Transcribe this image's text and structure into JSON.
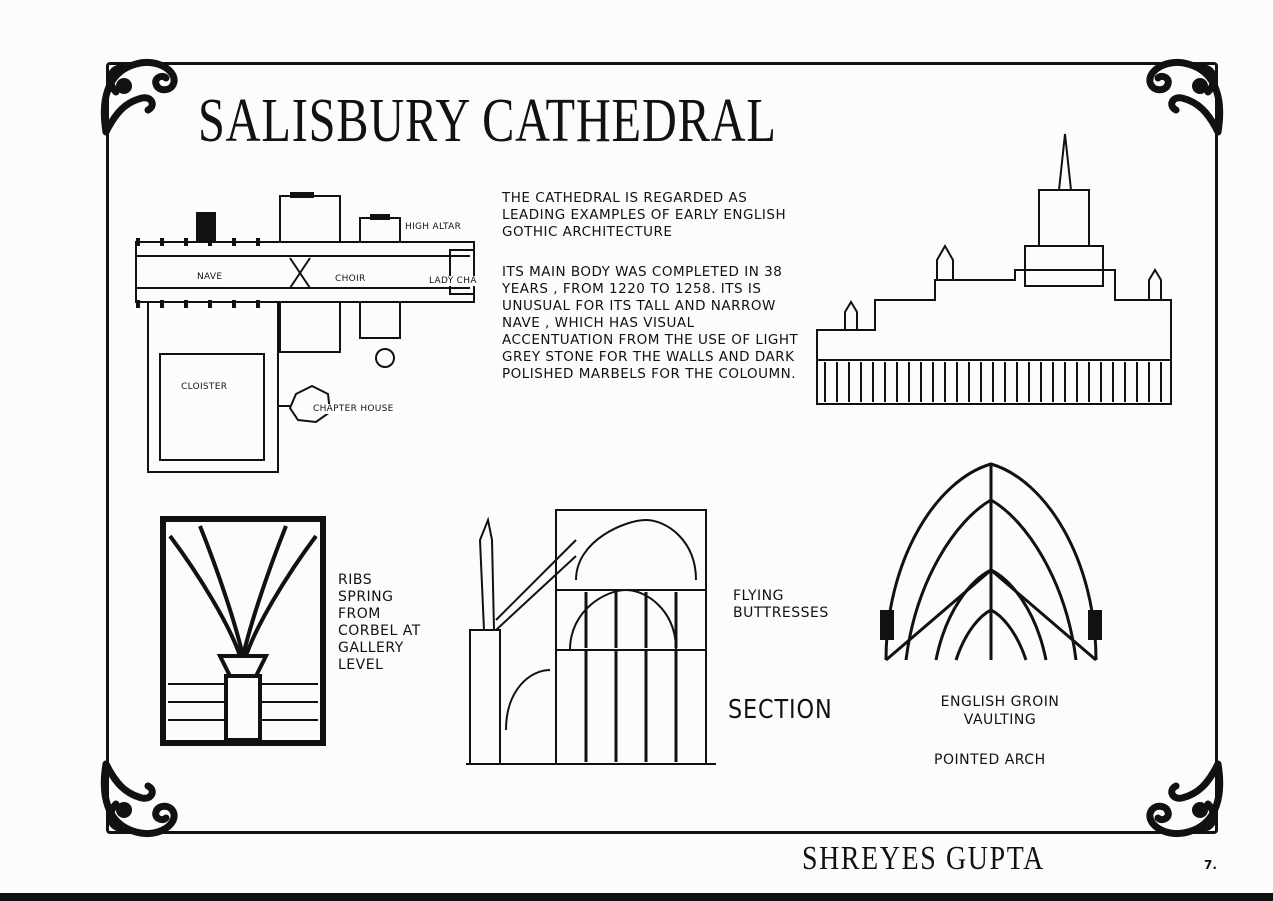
{
  "title": "SALISBURY CATHEDRAL",
  "intro_text": "THE CATHEDRAL IS REGARDED AS LEADING EXAMPLES OF EARLY ENGLISH GOTHIC ARCHITECTURE",
  "body_text": "ITS MAIN BODY WAS COMPLETED IN 38 YEARS , FROM 1220 TO 1258. ITS IS UNUSUAL FOR ITS TALL AND NARROW NAVE , WHICH HAS VISUAL ACCENTUATION FROM THE USE OF LIGHT GREY STONE FOR THE WALLS AND DARK POLISHED MARBELS FOR THE COLOUMN.",
  "plan_labels": {
    "high_altar": "HIGH ALTAR",
    "nave": "NAVE",
    "choir": "CHOIR",
    "lady_chapel": "LADY CHA",
    "cloister": "CLOISTER",
    "chapter_house": "CHAPTER HOUSE"
  },
  "ribs_caption": "RIBS SPRING FROM CORBEL AT GALLERY LEVEL",
  "flying_caption": "FLYING BUTTRESSES",
  "section_label": "SECTION",
  "groin_caption": "ENGLISH GROIN VAULTING",
  "pointed_caption": "POINTED ARCH",
  "author": "SHREYES GUPTA",
  "page_number": "7."
}
